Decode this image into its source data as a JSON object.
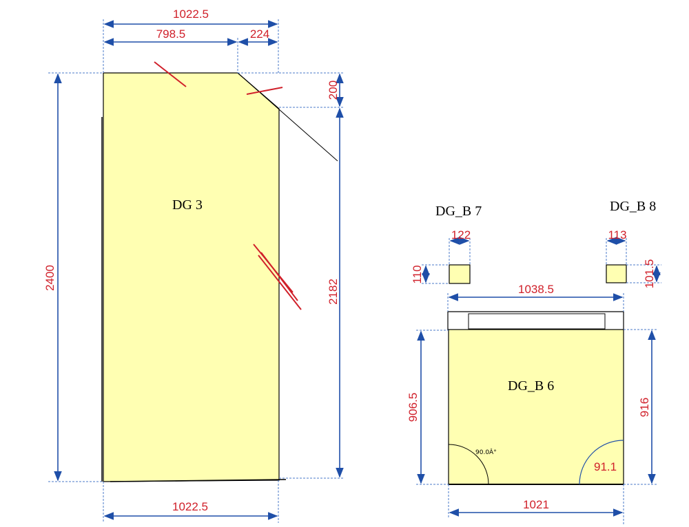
{
  "panels": {
    "dg3": {
      "name": "DG 3",
      "dims": {
        "top_total": "1022.5",
        "top_left": "798.5",
        "top_right": "224",
        "right_short": "200",
        "right_long": "2182",
        "left_height": "2400",
        "bottom": "1022.5"
      }
    },
    "dgb7": {
      "name": "DG_B 7",
      "dims": {
        "width": "122",
        "height": "110"
      }
    },
    "dgb8": {
      "name": "DG_B 8",
      "dims": {
        "width": "113",
        "height": "101.5"
      }
    },
    "dgb6": {
      "name": "DG_B 6",
      "dims": {
        "top": "1038.5",
        "left": "906.5",
        "right": "916",
        "bottom": "1021"
      },
      "angles": {
        "bottom_left": "90.0Â°",
        "bottom_right": "91.1"
      }
    }
  },
  "colors": {
    "panel_fill": "#ffffb2",
    "dimension_text": "#d0202a",
    "dimension_line": "#1f4fa8",
    "mark_red": "#d0202a"
  }
}
